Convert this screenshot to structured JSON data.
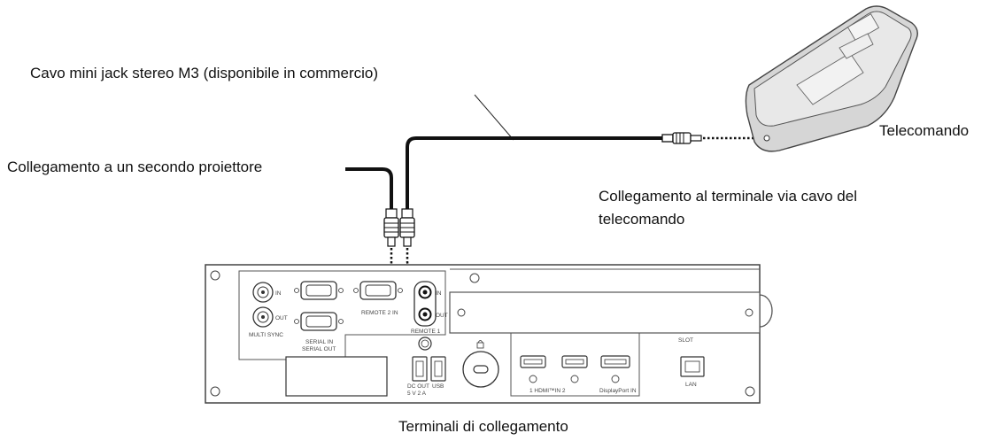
{
  "labels": {
    "cable": "Cavo mini jack stereo M3 (disponibile in commercio)",
    "second_projector": "Collegamento a un secondo proiettore",
    "remote": "Telecomando",
    "wired_line1": "Collegamento al terminale via cavo del",
    "wired_line2": "telecomando",
    "terminals": "Terminali di collegamento"
  },
  "panel": {
    "in": "IN",
    "out": "OUT",
    "multisync": "MULTI SYNC",
    "remote2": "REMOTE 2 IN",
    "serial_in": "SERIAL IN",
    "serial_out": "SERIAL OUT",
    "remote_in": "IN",
    "remote_out": "OUT",
    "remote1": "REMOTE 1",
    "dcout": "DC OUT",
    "dcout_spec": "5 V 2 A",
    "usb": "USB",
    "hdmi": "1  HDMI™IN  2",
    "displayport": "DisplayPort IN",
    "slot": "SLOT",
    "lan": "LAN"
  }
}
